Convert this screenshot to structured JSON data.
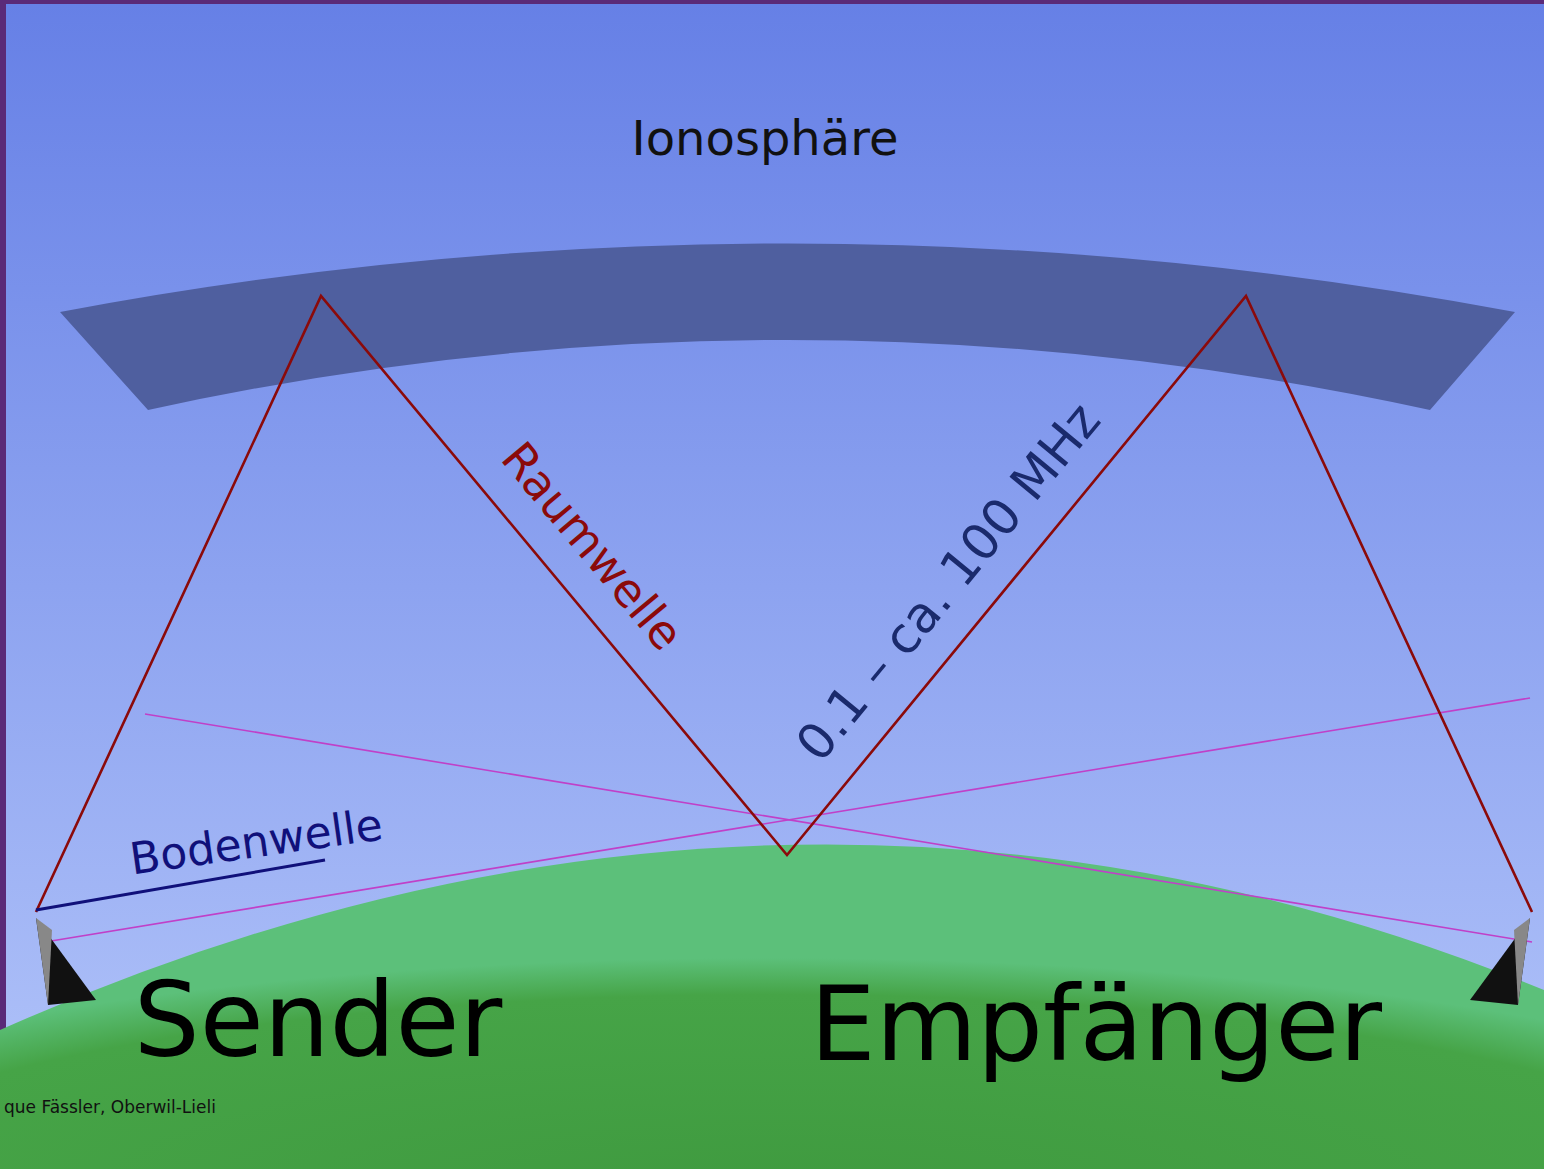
{
  "diagram": {
    "labels": [
      "Ionosphäre",
      "Raumwelle",
      "0.1 – ca. 100 MHz",
      "Bodenwelle",
      "Sender",
      "Empfänger",
      "que Fässler, Oberwil-Lieli"
    ]
  }
}
